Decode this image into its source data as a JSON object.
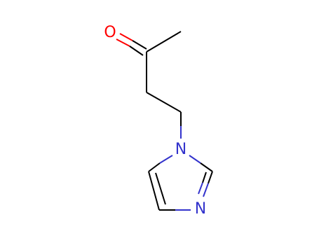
{
  "molecule": {
    "atoms": {
      "oxygen": {
        "symbol": "O"
      },
      "nitrogen_1": {
        "symbol": "N"
      },
      "nitrogen_3": {
        "symbol": "N"
      }
    },
    "colors": {
      "bond": "#000000",
      "oxygen": "#ff0000",
      "nitrogen": "#3333cc"
    }
  }
}
